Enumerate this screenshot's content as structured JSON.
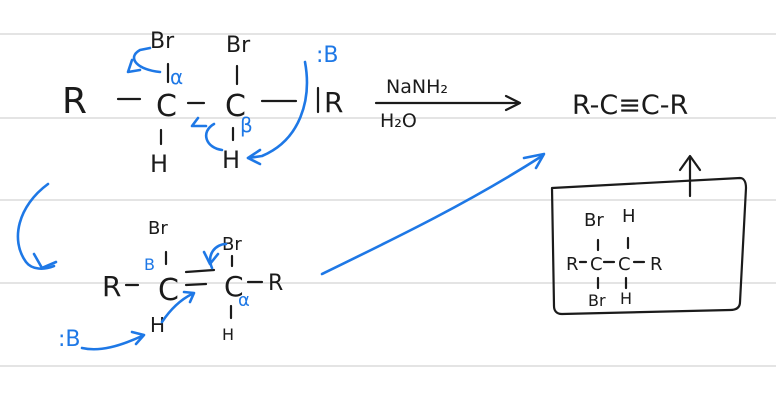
{
  "substrate": {
    "left_group": "R",
    "dash": "–",
    "carbon_alpha": "C",
    "carbon_beta": "C",
    "right_group": "R",
    "top_left_substituent": "Br",
    "top_right_substituent": "Br",
    "bottom_left_substituent": "H",
    "bottom_right_substituent": "H",
    "alpha_label": "α",
    "beta_label": "β",
    "base_label": ":B"
  },
  "reagents": {
    "above_arrow": "NaNH₂",
    "below_arrow": "H₂O"
  },
  "product": {
    "text": "R-C≡C-R"
  },
  "intermediate": {
    "left_group": "R",
    "carbon_left": "C",
    "carbon_right": "C",
    "right_group": "R",
    "top_left_substituent": "Br",
    "top_right_substituent": "Br",
    "bottom_left_substituent": "H",
    "bottom_right_substituent": "H",
    "alpha_label": "α",
    "beta_label": "B",
    "base_label": ":B"
  },
  "boxed_structure": {
    "left_group": "R",
    "carbon_left": "C",
    "carbon_right": "C",
    "right_group": "R",
    "top_left": "Br",
    "top_right": "H",
    "bottom_left": "Br",
    "bottom_right": "H"
  },
  "colors": {
    "ink": "#1b1b1b",
    "annotation": "#1e78e6",
    "rule_lines": "#dcdcdc"
  }
}
